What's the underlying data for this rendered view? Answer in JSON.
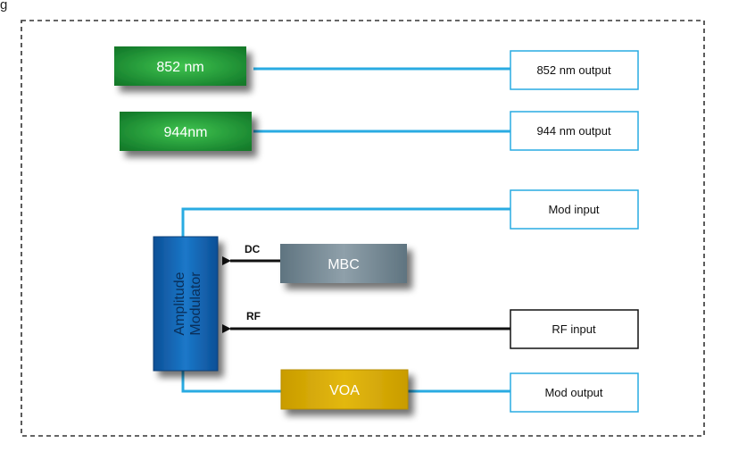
{
  "diagram": {
    "header_fragment": "g",
    "lasers": {
      "laser_852": {
        "label": "852 nm"
      },
      "laser_944": {
        "label": "944nm"
      }
    },
    "outputs": {
      "out_852": {
        "label": "852 nm output"
      },
      "out_944": {
        "label": "944 nm output"
      },
      "mod_input": {
        "label": "Mod input"
      },
      "rf_input": {
        "label": "RF input"
      },
      "mod_output": {
        "label": "Mod output"
      }
    },
    "modulator": {
      "line1": "Amplitude",
      "line2": "Modulator"
    },
    "mbc": {
      "label": "MBC"
    },
    "voa": {
      "label": "VOA"
    },
    "signals": {
      "dc": "DC",
      "rf": "RF"
    },
    "colors": {
      "laser_green": "#1fa33a",
      "fiber_blue": "#29abe2",
      "box_border_blue": "#29abe2",
      "modulator_blue": "#1565b8",
      "mbc_gray": "#7a8c99",
      "voa_yellow": "#d4a800",
      "arrow_black": "#111111"
    }
  }
}
